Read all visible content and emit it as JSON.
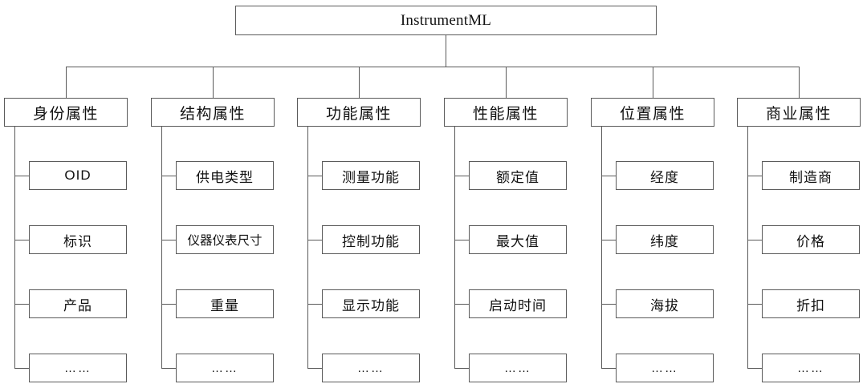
{
  "diagram": {
    "type": "tree",
    "title": "InstrumentML attribute tree",
    "root": {
      "label": "InstrumentML"
    },
    "ellipsis_label": "……",
    "line_color": "#5a5a5a",
    "box_fill": "#ffffff",
    "text_color": "#111111",
    "categories": [
      {
        "label": "身份属性",
        "children": [
          {
            "label": "OID"
          },
          {
            "label": "标识"
          },
          {
            "label": "产品"
          },
          {
            "label": "……"
          }
        ]
      },
      {
        "label": "结构属性",
        "children": [
          {
            "label": "供电类型"
          },
          {
            "label": "仪器仪表尺寸"
          },
          {
            "label": "重量"
          },
          {
            "label": "……"
          }
        ]
      },
      {
        "label": "功能属性",
        "children": [
          {
            "label": "测量功能"
          },
          {
            "label": "控制功能"
          },
          {
            "label": "显示功能"
          },
          {
            "label": "……"
          }
        ]
      },
      {
        "label": "性能属性",
        "children": [
          {
            "label": "额定值"
          },
          {
            "label": "最大值"
          },
          {
            "label": "启动时间"
          },
          {
            "label": "……"
          }
        ]
      },
      {
        "label": "位置属性",
        "children": [
          {
            "label": "经度"
          },
          {
            "label": "纬度"
          },
          {
            "label": "海拔"
          },
          {
            "label": "……"
          }
        ]
      },
      {
        "label": "商业属性",
        "children": [
          {
            "label": "制造商"
          },
          {
            "label": "价格"
          },
          {
            "label": "折扣"
          },
          {
            "label": "……"
          }
        ]
      }
    ]
  }
}
